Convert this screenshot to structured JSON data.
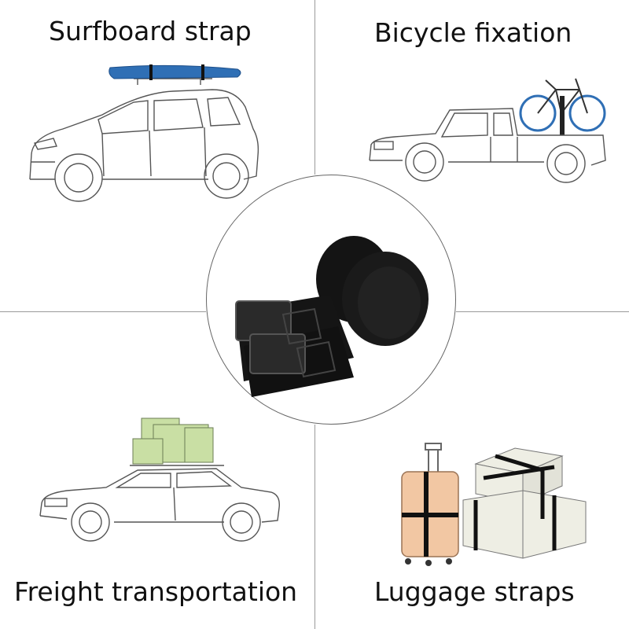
{
  "quadrants": [
    {
      "title": "Surfboard strap"
    },
    {
      "title": "Bicycle fixation"
    },
    {
      "title": "Freight transportation"
    },
    {
      "title": "Luggage straps"
    }
  ],
  "colors": {
    "surfboard": "#2f6fb5",
    "cargo_boxes": "#c9dfa4",
    "suitcase": "#f2c7a3",
    "luggage_box": "#eeeee4",
    "strap": "#111111",
    "line_art": "#555555",
    "divider": "#9a9a9a"
  }
}
